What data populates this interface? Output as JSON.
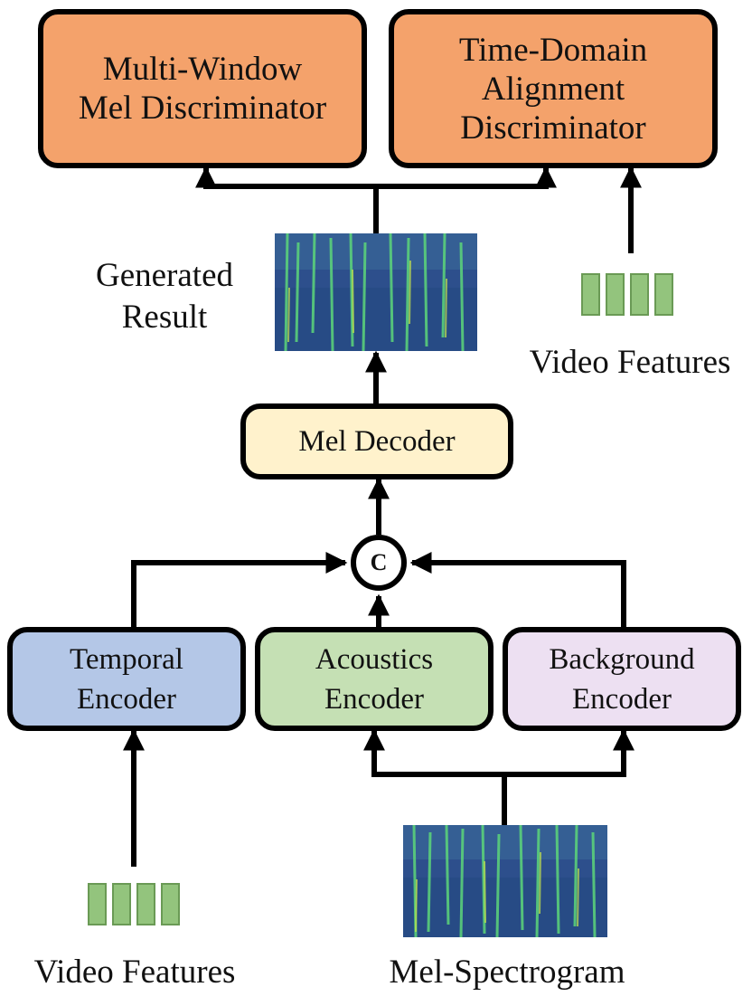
{
  "nodes": {
    "multi_window": {
      "line1": "Multi-Window",
      "line2": "Mel Discriminator",
      "fill": "#f4a26b"
    },
    "time_domain": {
      "line1": "Time-Domain",
      "line2": "Alignment",
      "line3": "Discriminator",
      "fill": "#f4a26b"
    },
    "mel_decoder": {
      "label": "Mel Decoder",
      "fill": "#fff2cc"
    },
    "concat": {
      "label": "C"
    },
    "temporal": {
      "line1": "Temporal",
      "line2": "Encoder",
      "fill": "#b4c7e7"
    },
    "acoustics": {
      "line1": "Acoustics",
      "line2": "Encoder",
      "fill": "#c5e0b4"
    },
    "background": {
      "line1": "Background",
      "line2": "Encoder",
      "fill": "#ede0f2"
    }
  },
  "labels": {
    "generated_line1": "Generated",
    "generated_line2": "Result",
    "video_features_top": "Video Features",
    "video_features_bottom": "Video Features",
    "mel_spectrogram": "Mel-Spectrogram"
  },
  "colors": {
    "feature_block": "#93c47d",
    "spectrogram_bg": "#2d4f8c",
    "spectrogram_line": "#5cd67a"
  }
}
